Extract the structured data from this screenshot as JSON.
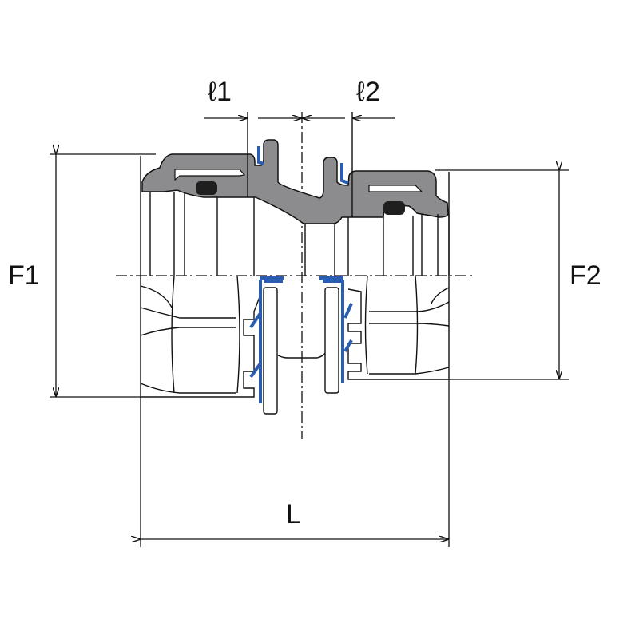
{
  "labels": {
    "l1": "ℓ1",
    "l2": "ℓ2",
    "f1": "F1",
    "f2": "F2",
    "length": "L"
  },
  "colors": {
    "line": "#111111",
    "body_fill": "#8c8c8e",
    "seal": "#1f1f1f",
    "clip": "#2a5db0"
  }
}
